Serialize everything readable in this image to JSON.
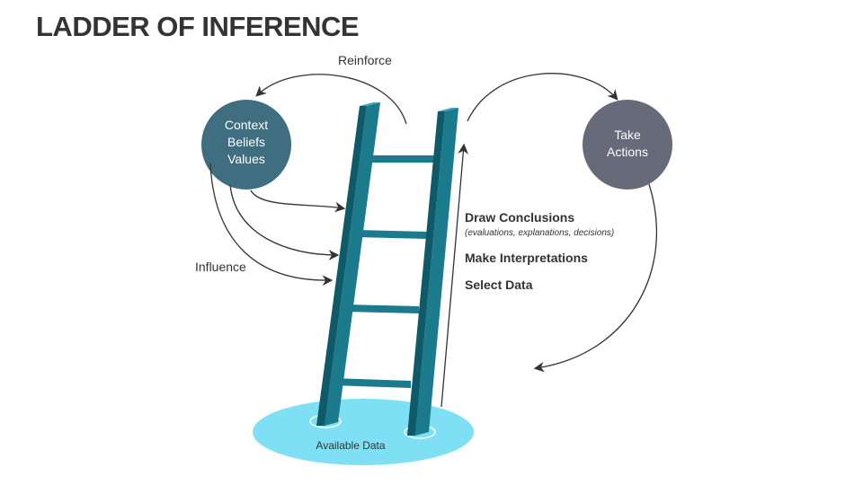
{
  "title": "LADDER OF INFERENCE",
  "context_circle": {
    "lines": [
      "Context",
      "Beliefs",
      "Values"
    ],
    "color": "#3f6e80"
  },
  "action_circle": {
    "lines": [
      "Take",
      "Actions"
    ],
    "color": "#676a78"
  },
  "labels": {
    "reinforce": "Reinforce",
    "influence": "Influence",
    "available_data": "Available Data"
  },
  "steps": [
    {
      "label": "Draw Conclusions",
      "sub": "(evaluations, explanations, decisions)"
    },
    {
      "label": "Make Interpretations",
      "sub": ""
    },
    {
      "label": "Select Data",
      "sub": ""
    }
  ],
  "colors": {
    "ladder_front": "#1b7a8c",
    "ladder_side": "#0f5a68",
    "ladder_top": "#3aa6b8",
    "pool": "#7fe0f5",
    "arrow": "#333333"
  }
}
